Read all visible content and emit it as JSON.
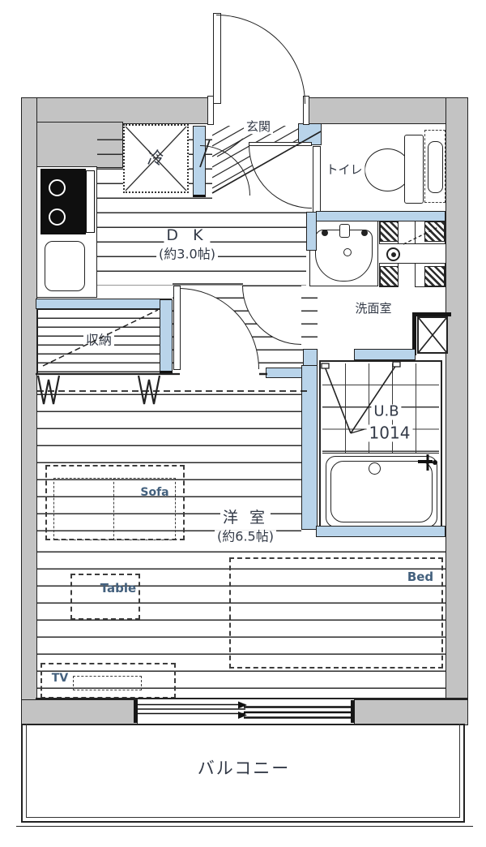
{
  "colors": {
    "wall_gray": "#c3c3c3",
    "wall_blue": "#b9d4ea",
    "line": "#222222",
    "room_label": "#333a47",
    "furniture_label": "#44617e"
  },
  "rooms": {
    "entrance": {
      "label": "玄関"
    },
    "fridge": {
      "label": "冷"
    },
    "toilet": {
      "label": "トイレ"
    },
    "dk": {
      "label": "D K",
      "size": "(約3.0帖)"
    },
    "washroom": {
      "label": "洗面室"
    },
    "closet": {
      "label": "収納"
    },
    "unit_bath": {
      "label": "U.B",
      "size": "1014"
    },
    "western_room": {
      "label": "洋 室",
      "size": "(約6.5帖)"
    },
    "balcony": {
      "label": "バルコニー"
    }
  },
  "furniture": {
    "sofa": {
      "label": "Sofa"
    },
    "table": {
      "label": "Table"
    },
    "bed": {
      "label": "Bed"
    },
    "tv": {
      "label": "TV"
    }
  }
}
